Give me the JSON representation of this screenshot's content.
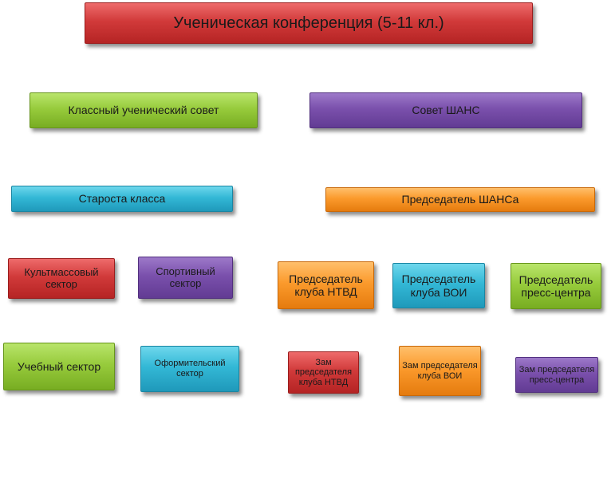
{
  "title": "Ученическая конференция (5-11 кл.)",
  "nodes": {
    "class_council": "Классный ученический совет",
    "shans_council": "Совет ШАНС",
    "class_head": "Староста класса",
    "shans_chair": "Председатель ШАНСа",
    "culture_sector": "Культмассовый сектор",
    "sport_sector": "Спортивный сектор",
    "ntvd_chair": "Председатель клуба НТВД",
    "voi_chair": "Председатель клуба ВОИ",
    "press_chair": "Председатель пресс-центра",
    "study_sector": "Учебный сектор",
    "design_sector": "Оформительский сектор",
    "ntvd_deputy": "Зам председателя клуба НТВД",
    "voi_deputy": "Зам председателя клуба ВОИ",
    "press_deputy": "Зам председателя пресс-центра"
  },
  "colors": {
    "red": "#d13a3a",
    "green": "#97cb3c",
    "purple": "#7a50ac",
    "blue": "#33b8d6",
    "orange": "#fb9a2c"
  }
}
